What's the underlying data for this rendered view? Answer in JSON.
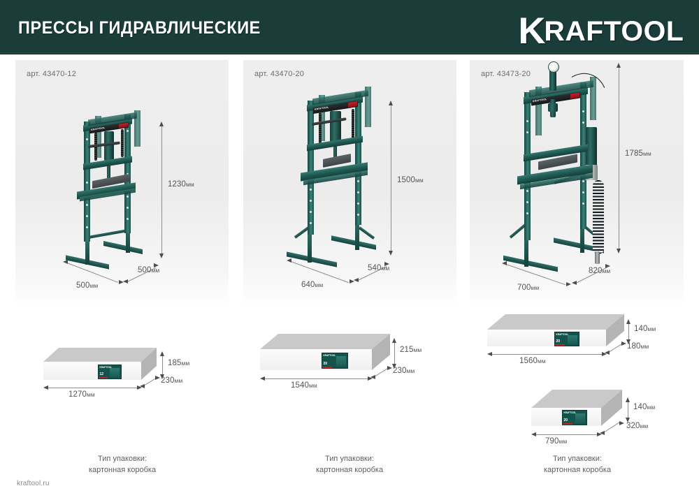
{
  "header": {
    "title": "ПРЕССЫ ГИДРАВЛИЧЕСКИЕ",
    "logo_k": "K",
    "logo_rest": "RAFTOOL",
    "background_color": "#1b3d39"
  },
  "footer": {
    "site": "kraftool.ru"
  },
  "packaging_caption": {
    "line1": "Тип упаковки:",
    "line2": "картонная коробка"
  },
  "brand": {
    "label_text": "KRAFTOOL",
    "accent_red": "#c02027",
    "frame_green": "#215c55"
  },
  "columns": [
    {
      "article": "арт. 43470-12",
      "product_label": "KRAFTOOL",
      "tonnage": "12",
      "dimensions": {
        "height": {
          "value": "1230",
          "unit": "мм"
        },
        "width": {
          "value": "500",
          "unit": "мм"
        },
        "depth": {
          "value": "500",
          "unit": "мм"
        }
      },
      "boxes": [
        {
          "length": {
            "value": "1270",
            "unit": "мм"
          },
          "depth": {
            "value": "230",
            "unit": "мм"
          },
          "height": {
            "value": "185",
            "unit": "мм"
          }
        }
      ]
    },
    {
      "article": "арт. 43470-20",
      "product_label": "KRAFTOOL",
      "tonnage": "20",
      "dimensions": {
        "height": {
          "value": "1500",
          "unit": "мм"
        },
        "width": {
          "value": "640",
          "unit": "мм"
        },
        "depth": {
          "value": "540",
          "unit": "мм"
        }
      },
      "boxes": [
        {
          "length": {
            "value": "1540",
            "unit": "мм"
          },
          "depth": {
            "value": "230",
            "unit": "мм"
          },
          "height": {
            "value": "215",
            "unit": "мм"
          }
        }
      ]
    },
    {
      "article": "арт. 43473-20",
      "product_label": "KRAFTOOL",
      "tonnage": "20",
      "dimensions": {
        "height": {
          "value": "1785",
          "unit": "мм"
        },
        "width": {
          "value": "700",
          "unit": "мм"
        },
        "depth": {
          "value": "820",
          "unit": "мм"
        }
      },
      "boxes": [
        {
          "length": {
            "value": "1560",
            "unit": "мм"
          },
          "depth": {
            "value": "180",
            "unit": "мм"
          },
          "height": {
            "value": "140",
            "unit": "мм"
          }
        },
        {
          "length": {
            "value": "790",
            "unit": "мм"
          },
          "depth": {
            "value": "320",
            "unit": "мм"
          },
          "height": {
            "value": "140",
            "unit": "мм"
          }
        }
      ]
    }
  ]
}
